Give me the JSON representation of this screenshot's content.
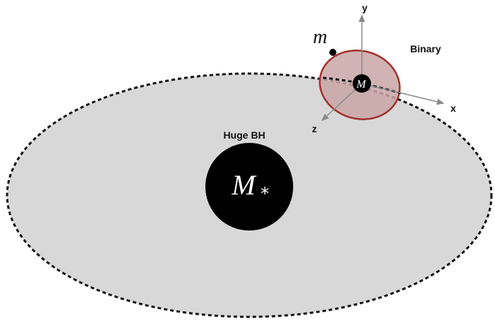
{
  "diagram": {
    "labels": {
      "huge_bh": "Huge BH",
      "big_mass": "M",
      "big_mass_sub": "*",
      "binary": "Binary",
      "small_mass": "m",
      "binary_mass": "M",
      "axis_x": "x",
      "axis_y": "y",
      "axis_z": "z"
    },
    "colors": {
      "disk_fill": "#d8d8d8",
      "disk_edge": "#111111",
      "black_hole": "#000000",
      "binary_fill": "#c9a6a6",
      "binary_edge": "#a1312c",
      "axis": "#8a8a8a",
      "text": "#111111"
    },
    "icons": {
      "disk": "dashed-ellipse",
      "black_hole": "filled-circle",
      "binary_orbit": "tilted-ellipse",
      "axis_arrow": "arrowhead"
    }
  }
}
